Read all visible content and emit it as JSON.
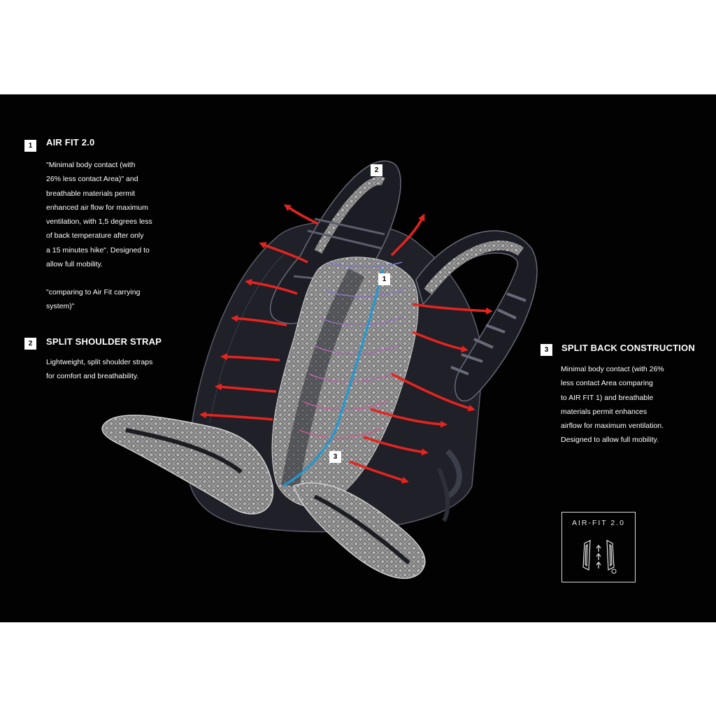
{
  "sections": [
    {
      "number": "1",
      "title": "AIR FIT 2.0",
      "body": "\"Minimal body contact (with\n26% less contact Area)\" and\nbreathable materials permit\nenhanced air flow for maximum\nventilation, with 1,5 degrees less\nof  back temperature after only\na 15 minutes hike\". Designed to\nallow full mobility.",
      "note": "\"comparing to Air Fit carrying\nsystem)\""
    },
    {
      "number": "2",
      "title": "SPLIT SHOULDER STRAP",
      "body": "Lightweight, split shoulder straps\nfor comfort and breathability."
    },
    {
      "number": "3",
      "title": "SPLIT BACK CONSTRUCTION",
      "body": "Minimal body contact (with 26%\nless contact Area comparing\nto AIR FIT 1) and breathable\nmaterials permit enhances\nairflow for maximum ventilation.\nDesigned to allow full mobility."
    }
  ],
  "callouts": [
    "2",
    "1",
    "3"
  ],
  "logo": {
    "label": "AIR-FIT 2.0",
    "icon": "air-flow-icon"
  },
  "colors": {
    "background": "#020202",
    "page": "#ffffff",
    "arrow": "#e52420",
    "spine": "#1c9ad6",
    "mesh": "#8f8f8f",
    "pack": "#23242c"
  }
}
